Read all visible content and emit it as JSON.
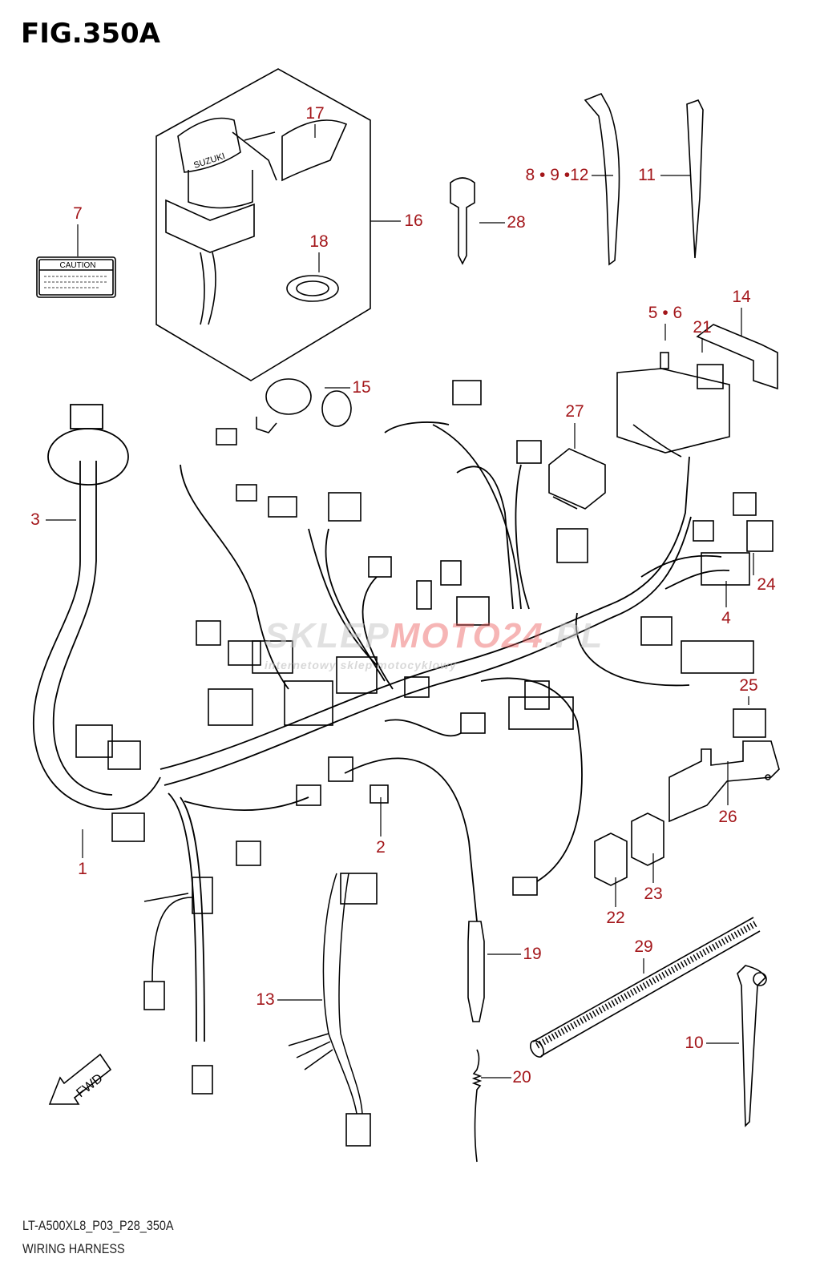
{
  "figure": {
    "title": "FIG.350A",
    "code": "LT-A500XL8_P03_P28_350A",
    "name": "WIRING HARNESS",
    "caution_label_text": "CAUTION",
    "fwd_arrow_text": "FWD",
    "key_brand": "SUZUKI"
  },
  "watermark": {
    "main_a": "SKLEP",
    "main_b": "MOTO24",
    "main_c": ".PL",
    "sub": "internetowy sklep motocyklowy"
  },
  "colors": {
    "label": "#a3161a",
    "line": "#000000"
  },
  "callouts": [
    {
      "id": "17",
      "text": "17"
    },
    {
      "id": "16",
      "text": "16"
    },
    {
      "id": "18",
      "text": "18"
    },
    {
      "id": "7",
      "text": "7"
    },
    {
      "id": "28",
      "text": "28"
    },
    {
      "id": "8-9-12",
      "text": "8 • 9 •12"
    },
    {
      "id": "11",
      "text": "11"
    },
    {
      "id": "5-6",
      "text": "5 • 6"
    },
    {
      "id": "14",
      "text": "14"
    },
    {
      "id": "21",
      "text": "21"
    },
    {
      "id": "15",
      "text": "15"
    },
    {
      "id": "27",
      "text": "27"
    },
    {
      "id": "3",
      "text": "3"
    },
    {
      "id": "24",
      "text": "24"
    },
    {
      "id": "4",
      "text": "4"
    },
    {
      "id": "25",
      "text": "25"
    },
    {
      "id": "26",
      "text": "26"
    },
    {
      "id": "2",
      "text": "2"
    },
    {
      "id": "1",
      "text": "1"
    },
    {
      "id": "22",
      "text": "22"
    },
    {
      "id": "23",
      "text": "23"
    },
    {
      "id": "19",
      "text": "19"
    },
    {
      "id": "29",
      "text": "29"
    },
    {
      "id": "13",
      "text": "13"
    },
    {
      "id": "10",
      "text": "10"
    },
    {
      "id": "20",
      "text": "20"
    }
  ]
}
